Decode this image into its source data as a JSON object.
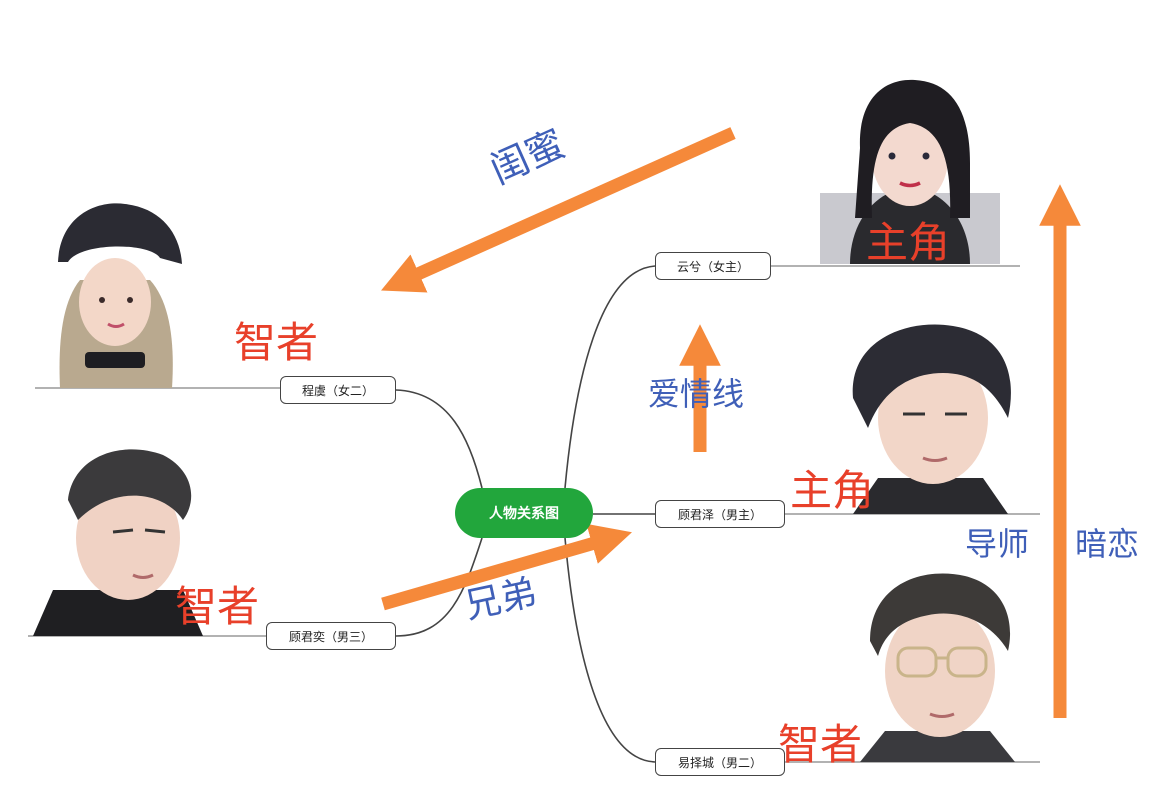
{
  "diagram": {
    "center": {
      "label": "人物关系图"
    },
    "characters": [
      {
        "id": "yunli",
        "label": "云兮（女主）",
        "role": "主角"
      },
      {
        "id": "chengyu",
        "label": "程虞（女二）",
        "role": "智者"
      },
      {
        "id": "gujunze",
        "label": "顾君泽（男主）",
        "role": "主角"
      },
      {
        "id": "gujunyi",
        "label": "顾君奕（男三）",
        "role": "智者"
      },
      {
        "id": "yizecheng",
        "label": "易择城（男二）",
        "role": "智者"
      }
    ],
    "relations": {
      "besties": "闺蜜",
      "love_line": "爱情线",
      "brothers": "兄弟",
      "mentor": "导师",
      "secret_crush": "暗恋"
    }
  },
  "colors": {
    "center_fill": "#22a63c",
    "arrow": "#f5893a",
    "role_text": "#e8402a",
    "relation_text": "#3f5fb8"
  }
}
